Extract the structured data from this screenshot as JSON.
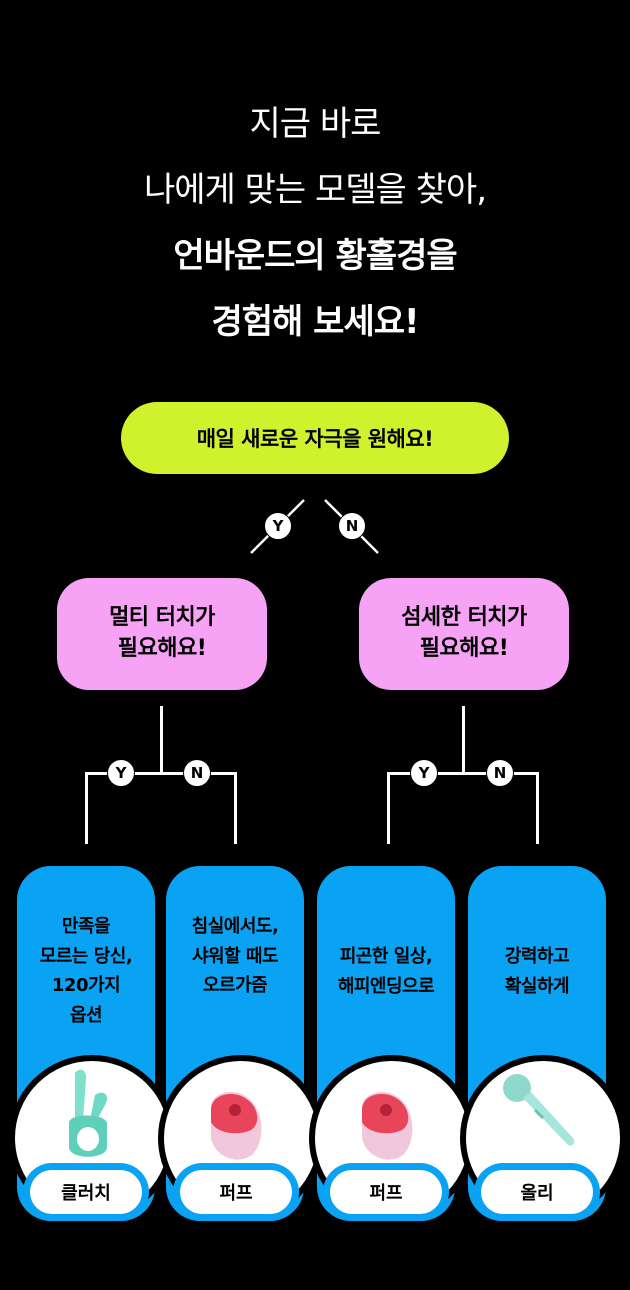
{
  "headline": {
    "line1": "지금 바로",
    "line2": "나에게 맞는 모델을 찾아,",
    "line3": "언바운드의 황홀경을",
    "line4": "경험해 보세요!"
  },
  "root_question": "매일 새로운 자극을 원해요!",
  "labels": {
    "yes": "Y",
    "no": "N"
  },
  "branches": [
    {
      "line1": "멀티 터치가",
      "line2": "필요해요!"
    },
    {
      "line1": "섬세한 터치가",
      "line2": "필요해요!"
    }
  ],
  "products": [
    {
      "lines": [
        "만족을",
        "모르는 당신,",
        "120가지",
        "옵션"
      ],
      "name": "클러치",
      "icon": "rabbit-vibrator-icon",
      "color": "#6fd9c5"
    },
    {
      "lines": [
        "침실에서도,",
        "샤워할 때도",
        "오르가즘"
      ],
      "name": "퍼프",
      "icon": "suction-toy-icon",
      "color": "#e8445a"
    },
    {
      "lines": [
        "피곤한 일상,",
        "해피엔딩으로"
      ],
      "name": "퍼프",
      "icon": "suction-toy-icon",
      "color": "#e8445a"
    },
    {
      "lines": [
        "강력하고",
        "확실하게"
      ],
      "name": "올리",
      "icon": "wand-massager-icon",
      "color": "#9fe3d8"
    }
  ]
}
